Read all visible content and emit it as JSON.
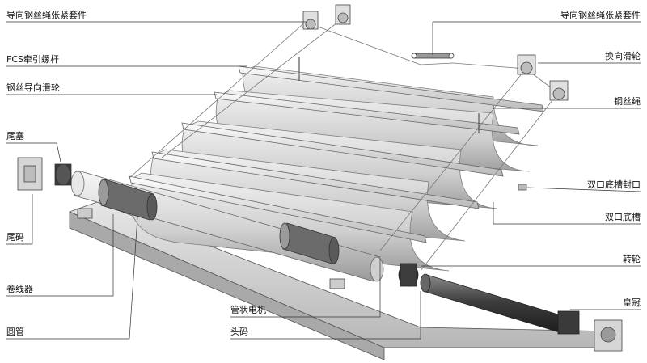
{
  "labels": {
    "left": [
      {
        "id": "tensioner-left",
        "text": "导向钢丝绳张紧套件"
      },
      {
        "id": "fcs-rod",
        "text": "FCS牵引螺杆"
      },
      {
        "id": "guide-pulley",
        "text": "钢丝导向滑轮"
      },
      {
        "id": "end-plug",
        "text": "尾塞"
      },
      {
        "id": "end-bracket",
        "text": "尾码"
      },
      {
        "id": "winder",
        "text": "卷线器"
      },
      {
        "id": "round-tube",
        "text": "圆管"
      }
    ],
    "right": [
      {
        "id": "tensioner-right",
        "text": "导向钢丝绳张紧套件"
      },
      {
        "id": "turn-pulley",
        "text": "换向滑轮"
      },
      {
        "id": "wire-rope",
        "text": "钢丝绳"
      },
      {
        "id": "rail-cap",
        "text": "双口底槽封口"
      },
      {
        "id": "double-rail",
        "text": "双口底槽"
      },
      {
        "id": "drive-wheel",
        "text": "转轮"
      },
      {
        "id": "crown",
        "text": "皇冠"
      }
    ],
    "bottom": [
      {
        "id": "tube-motor",
        "text": "管状电机"
      },
      {
        "id": "head-bracket",
        "text": "头码"
      }
    ]
  },
  "colors": {
    "fabric": "#d9d9d9",
    "fabric_edge": "#8a8a8a",
    "rail": "#e8e8e8",
    "tube": "#cfcfcf",
    "motor": "#4a4a4a",
    "line": "#333333",
    "wire": "#777777"
  }
}
